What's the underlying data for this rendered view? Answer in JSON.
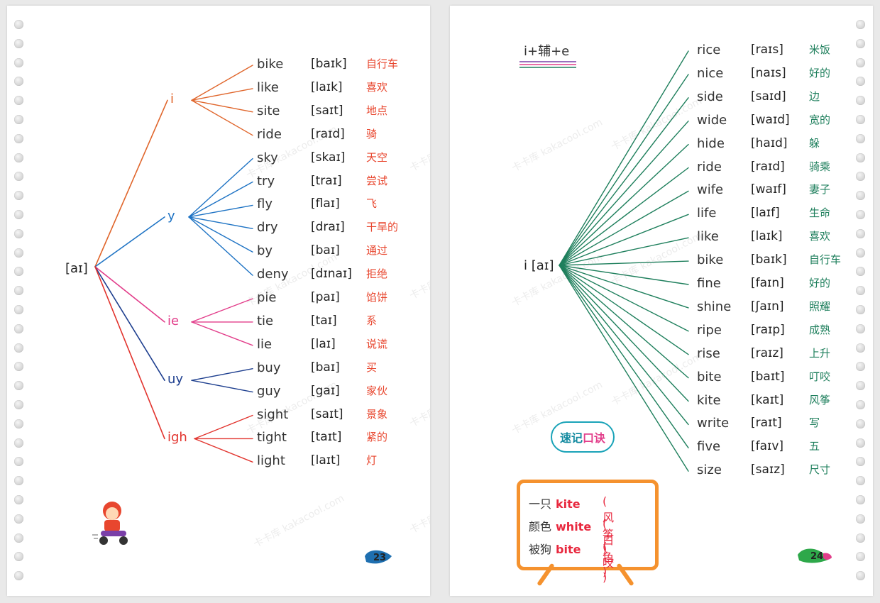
{
  "left_page": {
    "root": "[aɪ]",
    "branches": [
      {
        "label": "i",
        "color": "#e0662c",
        "words": [
          {
            "word": "bike",
            "ipa": "[baɪk]",
            "cn": "自行车"
          },
          {
            "word": "like",
            "ipa": "[laɪk]",
            "cn": "喜欢"
          },
          {
            "word": "site",
            "ipa": "[saɪt]",
            "cn": "地点"
          },
          {
            "word": "ride",
            "ipa": "[raɪd]",
            "cn": "骑"
          }
        ]
      },
      {
        "label": "y",
        "color": "#1e73c4",
        "words": [
          {
            "word": "sky",
            "ipa": "[skaɪ]",
            "cn": "天空"
          },
          {
            "word": "try",
            "ipa": "[traɪ]",
            "cn": "尝试"
          },
          {
            "word": "fly",
            "ipa": "[flaɪ]",
            "cn": "飞"
          },
          {
            "word": "dry",
            "ipa": "[draɪ]",
            "cn": "干旱的"
          },
          {
            "word": "by",
            "ipa": "[baɪ]",
            "cn": "通过"
          },
          {
            "word": "deny",
            "ipa": "[dɪnaɪ]",
            "cn": "拒绝"
          }
        ]
      },
      {
        "label": "ie",
        "color": "#e23d8a",
        "words": [
          {
            "word": "pie",
            "ipa": "[paɪ]",
            "cn": "馅饼"
          },
          {
            "word": "tie",
            "ipa": "[taɪ]",
            "cn": "系"
          },
          {
            "word": "lie",
            "ipa": "[laɪ]",
            "cn": "说谎"
          }
        ]
      },
      {
        "label": "uy",
        "color": "#1e3f8f",
        "words": [
          {
            "word": "buy",
            "ipa": "[baɪ]",
            "cn": "买"
          },
          {
            "word": "guy",
            "ipa": "[gaɪ]",
            "cn": "家伙"
          }
        ]
      },
      {
        "label": "igh",
        "color": "#e2342e",
        "words": [
          {
            "word": "sight",
            "ipa": "[saɪt]",
            "cn": "景象"
          },
          {
            "word": "tight",
            "ipa": "[taɪt]",
            "cn": "紧的"
          },
          {
            "word": "light",
            "ipa": "[laɪt]",
            "cn": "灯"
          }
        ]
      }
    ],
    "page_number": "23"
  },
  "right_page": {
    "rule_title": "i+辅+e",
    "root": "i [aɪ]",
    "line_color": "#1e7f5c",
    "words": [
      {
        "word": "rice",
        "ipa": "[raɪs]",
        "cn": "米饭"
      },
      {
        "word": "nice",
        "ipa": "[naɪs]",
        "cn": "好的"
      },
      {
        "word": "side",
        "ipa": "[saɪd]",
        "cn": "边"
      },
      {
        "word": "wide",
        "ipa": "[waɪd]",
        "cn": "宽的"
      },
      {
        "word": "hide",
        "ipa": "[haɪd]",
        "cn": "躲"
      },
      {
        "word": "ride",
        "ipa": "[raɪd]",
        "cn": "骑乘"
      },
      {
        "word": "wife",
        "ipa": "[waɪf]",
        "cn": "妻子"
      },
      {
        "word": "life",
        "ipa": "[laɪf]",
        "cn": "生命"
      },
      {
        "word": "like",
        "ipa": "[laɪk]",
        "cn": "喜欢"
      },
      {
        "word": "bike",
        "ipa": "[baɪk]",
        "cn": "自行车"
      },
      {
        "word": "fine",
        "ipa": "[faɪn]",
        "cn": "好的"
      },
      {
        "word": "shine",
        "ipa": "[ʃaɪn]",
        "cn": "照耀"
      },
      {
        "word": "ripe",
        "ipa": "[raɪp]",
        "cn": "成熟"
      },
      {
        "word": "rise",
        "ipa": "[raɪz]",
        "cn": "上升"
      },
      {
        "word": "bite",
        "ipa": "[baɪt]",
        "cn": "叮咬"
      },
      {
        "word": "kite",
        "ipa": "[kaɪt]",
        "cn": "风筝"
      },
      {
        "word": "write",
        "ipa": "[raɪt]",
        "cn": "写"
      },
      {
        "word": "five",
        "ipa": "[faɪv]",
        "cn": "五"
      },
      {
        "word": "size",
        "ipa": "[saɪz]",
        "cn": "尺寸"
      }
    ],
    "memo_title_a": "速记",
    "memo_title_b": "口诀",
    "memo": [
      {
        "cn": "一只",
        "en": "kite",
        "note": "( 风筝 )"
      },
      {
        "cn": "颜色",
        "en": "white",
        "note": "( 白色 )"
      },
      {
        "cn": "被狗",
        "en": "bite",
        "note": "( 咬 )"
      }
    ],
    "page_number": "24"
  },
  "watermark": "卡卡库  kakacool.com"
}
